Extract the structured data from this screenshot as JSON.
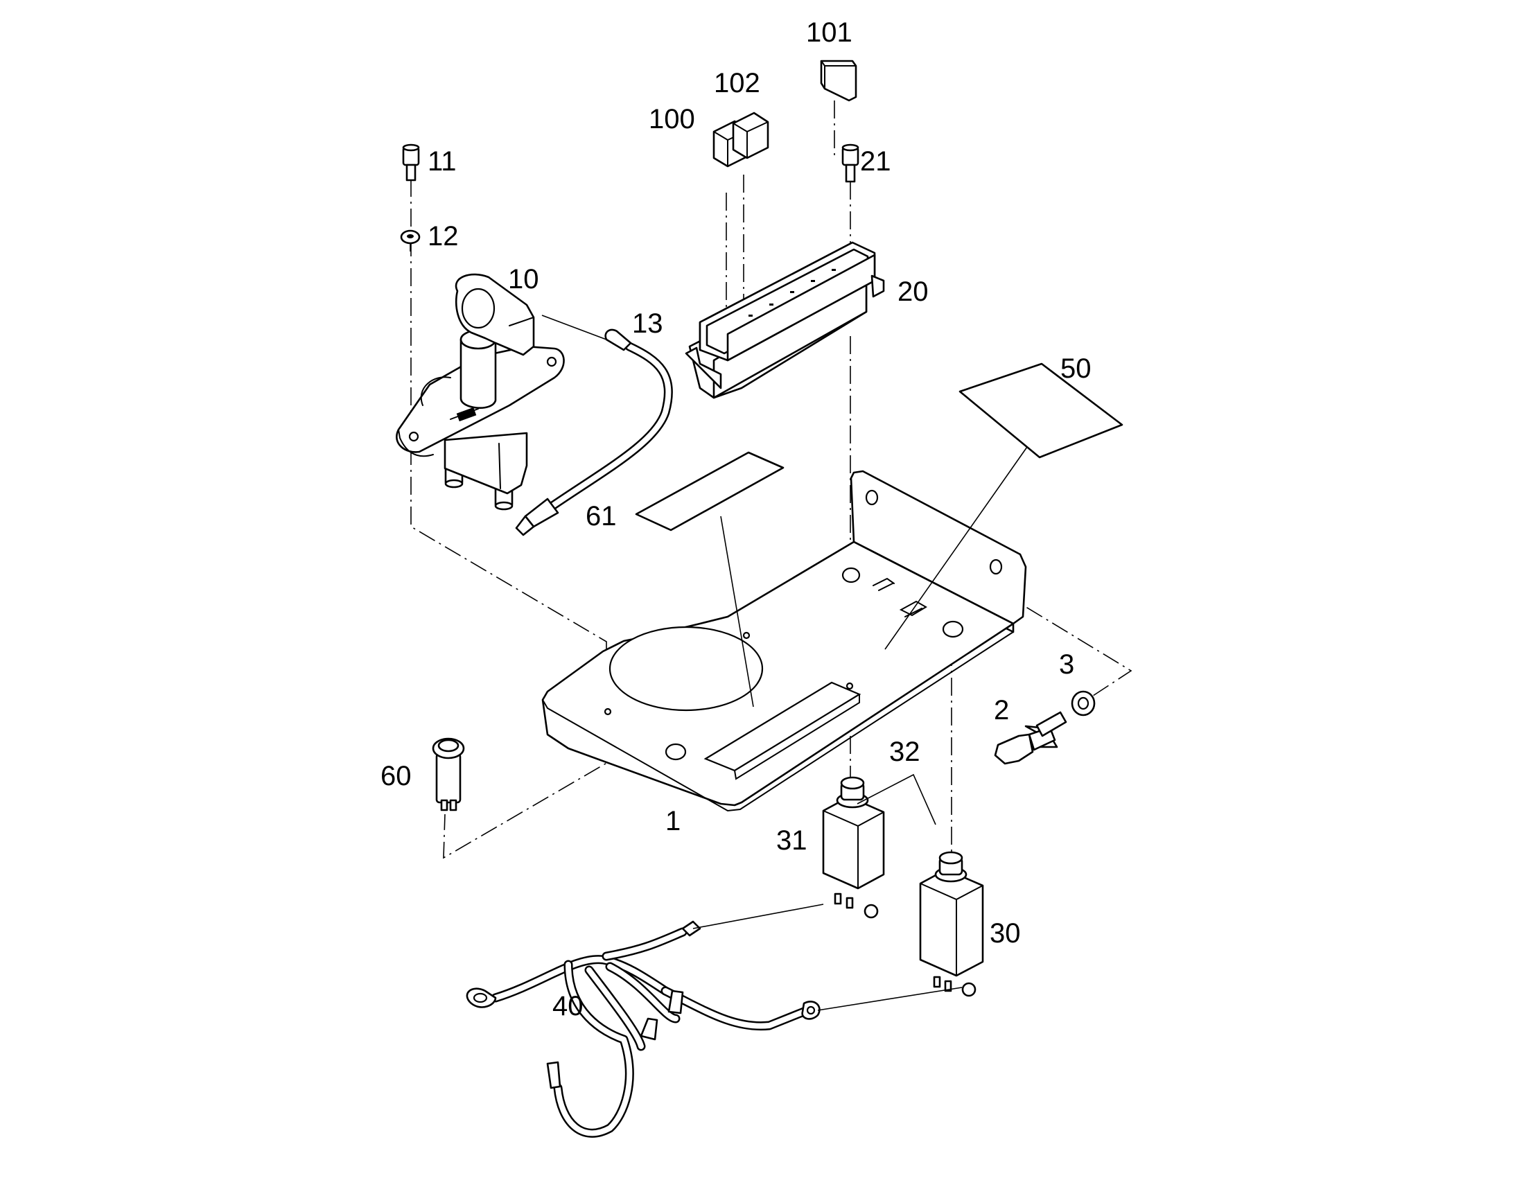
{
  "labels": {
    "p1": "1",
    "p2": "2",
    "p3": "3",
    "p10": "10",
    "p11": "11",
    "p12": "12",
    "p13": "13",
    "p20": "20",
    "p21": "21",
    "p30": "30",
    "p31": "31",
    "p32": "32",
    "p40": "40",
    "p50": "50",
    "p60": "60",
    "p61": "61",
    "p100": "100",
    "p101": "101",
    "p102": "102"
  },
  "colors": {
    "line": "#000000",
    "background": "#ffffff"
  }
}
